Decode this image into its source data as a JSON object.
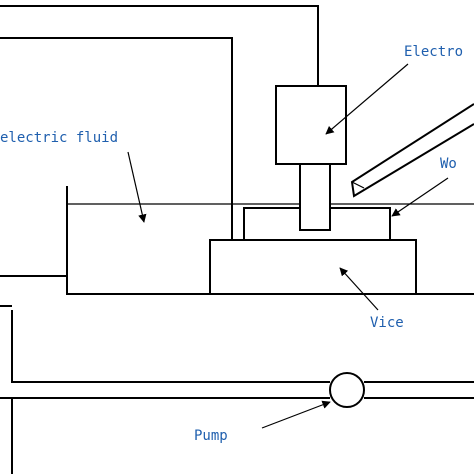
{
  "labels": {
    "electrode": "Electro",
    "dielectric_fluid": "electric fluid",
    "workpiece": "Wo",
    "vice": "Vice",
    "pump": "Pump"
  },
  "colors": {
    "line": "#000000",
    "label": "#1f5fae",
    "background": "#ffffff"
  }
}
